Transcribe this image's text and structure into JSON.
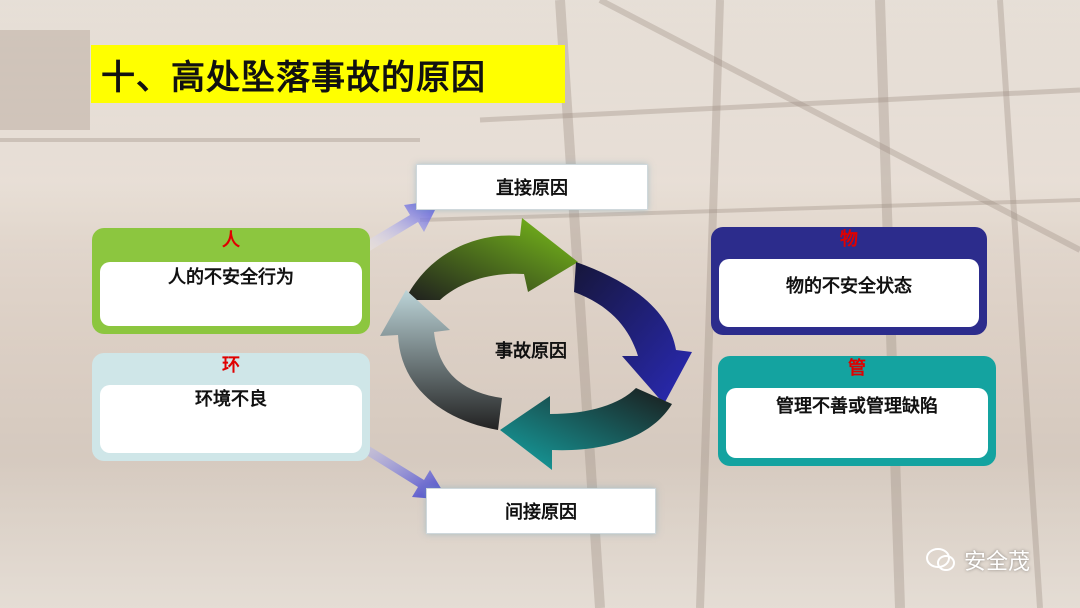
{
  "title": "十、高处坠落事故的原因",
  "center": "事故原因",
  "top_label": "直接原因",
  "bottom_label": "间接原因",
  "cards": {
    "ren": {
      "head": "人",
      "body": "人的不安全行为"
    },
    "huan": {
      "head": "环",
      "body": "环境不良"
    },
    "wu": {
      "head": "物",
      "body": "物的不安全状态"
    },
    "guan": {
      "head": "管",
      "body": "管理不善或管理缺陷"
    }
  },
  "watermark": "安全茂"
}
